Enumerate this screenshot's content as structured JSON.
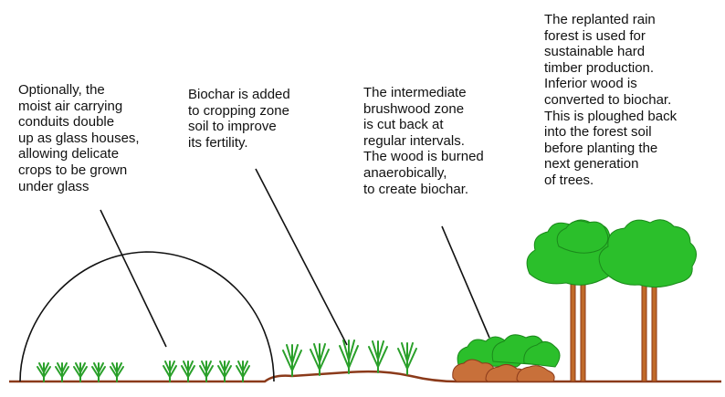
{
  "notes": {
    "glasshouse": "Optionally, the\nmoist air carrying\nconduits double\nup as glass houses,\nallowing delicate\ncrops to be grown\nunder glass",
    "biochar_soil": "Biochar is added\nto cropping zone\nsoil to improve\nits fertility.",
    "brushwood": "The intermediate\nbrushwood zone\nis cut back at\nregular intervals.\nThe wood is burned\nanaerobically,\nto create biochar.",
    "rainforest": "The replanted rain\nforest is used for\nsustainable hard\ntimber production.\nInferior wood is\nconverted to biochar.\nThis is ploughed back\ninto the forest soil\nbefore planting the\nnext generation\nof trees."
  },
  "colors": {
    "ground": "#8b3a1a",
    "plant": "#2aa02a",
    "tree_canopy": "#2bbf2b",
    "tree_trunk": "#c06a2a",
    "biochar_pile": "#c8703a",
    "outline": "#111111"
  }
}
